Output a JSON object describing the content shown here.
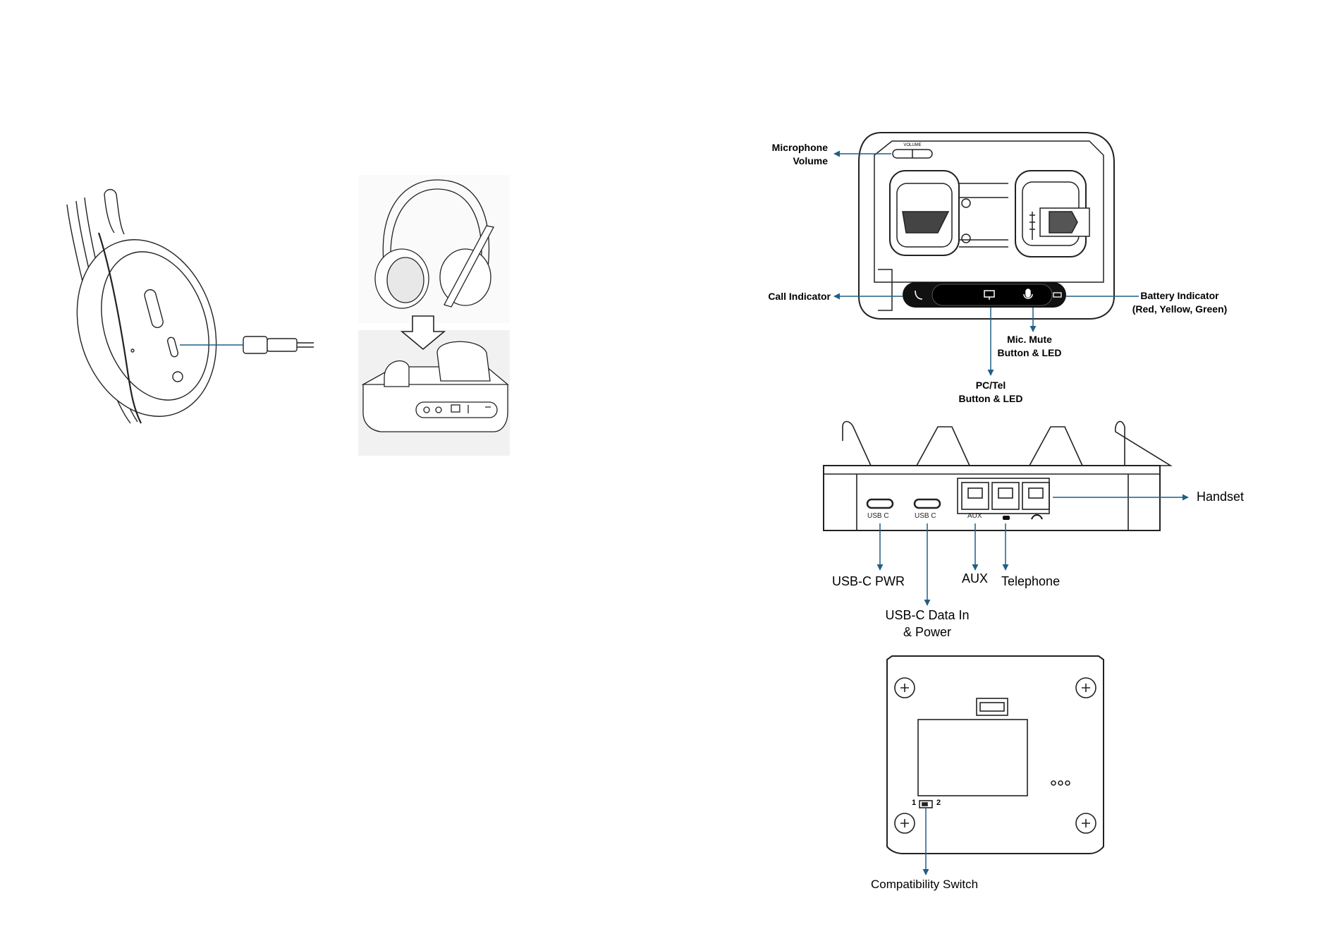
{
  "colors": {
    "arrow": "#1f5e86",
    "line": "#222222",
    "fill_light": "#f2f2f2",
    "fill_dark": "#111111"
  },
  "top_view": {
    "labels": {
      "mic_volume": [
        "Microphone",
        "Volume"
      ],
      "call_indicator": "Call Indicator",
      "battery_indicator": [
        "Battery Indicator",
        "(Red, Yellow, Green)"
      ],
      "mic_mute": [
        "Mic. Mute",
        "Button & LED"
      ],
      "pc_tel": [
        "PC/Tel",
        "Button & LED"
      ]
    },
    "volume_text": "VOLUME"
  },
  "rear_view": {
    "port_labels": {
      "usb_c_1": "USB C",
      "usb_c_2": "USB C",
      "aux": "AUX"
    },
    "labels": {
      "handset": "Handset",
      "usb_c_pwr": "USB-C PWR",
      "aux": "AUX",
      "telephone": "Telephone",
      "usb_c_data": [
        "USB-C Data In",
        "& Power"
      ]
    }
  },
  "bottom_view": {
    "switch_positions": [
      "1",
      "2"
    ],
    "labels": {
      "compatibility_switch": "Compatibility Switch"
    }
  },
  "icons": [
    "usb-c-cable-icon",
    "phone-icon",
    "monitor-icon",
    "microphone-icon",
    "battery-icon",
    "telephone-icon",
    "handset-icon",
    "down-arrow-icon"
  ]
}
